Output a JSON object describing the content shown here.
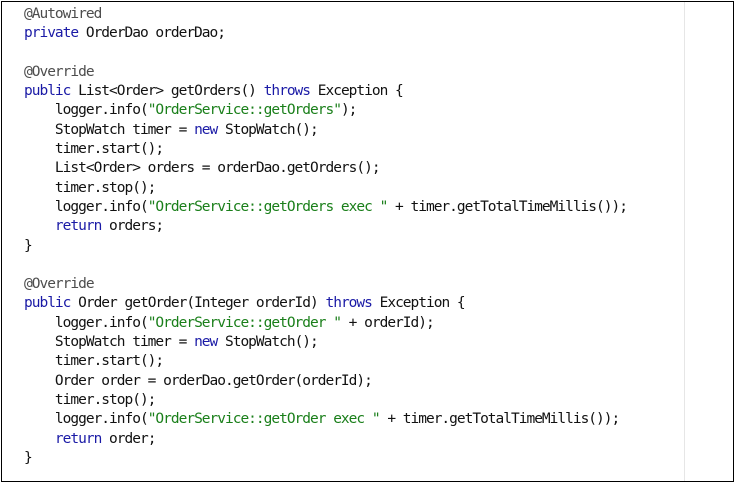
{
  "editor": {
    "lines": [
      {
        "indent": "",
        "tokens": [
          {
            "t": "ann",
            "v": "@Autowired"
          }
        ]
      },
      {
        "indent": "",
        "tokens": [
          {
            "t": "kw",
            "v": "private"
          },
          {
            "t": "text",
            "v": " OrderDao orderDao;"
          }
        ]
      },
      {
        "indent": "",
        "tokens": []
      },
      {
        "indent": "",
        "tokens": [
          {
            "t": "ann",
            "v": "@Override"
          }
        ]
      },
      {
        "indent": "",
        "tokens": [
          {
            "t": "kw",
            "v": "public"
          },
          {
            "t": "text",
            "v": " List<Order> getOrders() "
          },
          {
            "t": "kw",
            "v": "throws"
          },
          {
            "t": "text",
            "v": " Exception {"
          }
        ]
      },
      {
        "indent": "    ",
        "tokens": [
          {
            "t": "text",
            "v": "logger.info("
          },
          {
            "t": "str",
            "v": "\"OrderService::getOrders\""
          },
          {
            "t": "text",
            "v": ");"
          }
        ]
      },
      {
        "indent": "    ",
        "tokens": [
          {
            "t": "text",
            "v": "StopWatch timer = "
          },
          {
            "t": "kw",
            "v": "new"
          },
          {
            "t": "text",
            "v": " StopWatch();"
          }
        ]
      },
      {
        "indent": "    ",
        "tokens": [
          {
            "t": "text",
            "v": "timer.start();"
          }
        ]
      },
      {
        "indent": "    ",
        "tokens": [
          {
            "t": "text",
            "v": "List<Order> orders = orderDao.getOrders();"
          }
        ]
      },
      {
        "indent": "    ",
        "tokens": [
          {
            "t": "text",
            "v": "timer.stop();"
          }
        ]
      },
      {
        "indent": "    ",
        "tokens": [
          {
            "t": "text",
            "v": "logger.info("
          },
          {
            "t": "str",
            "v": "\"OrderService::getOrders exec \""
          },
          {
            "t": "text",
            "v": " + timer.getTotalTimeMillis());"
          }
        ]
      },
      {
        "indent": "    ",
        "tokens": [
          {
            "t": "kw",
            "v": "return"
          },
          {
            "t": "text",
            "v": " orders;"
          }
        ]
      },
      {
        "indent": "",
        "tokens": [
          {
            "t": "text",
            "v": "}"
          }
        ]
      },
      {
        "indent": "",
        "tokens": []
      },
      {
        "indent": "",
        "tokens": [
          {
            "t": "ann",
            "v": "@Override"
          }
        ]
      },
      {
        "indent": "",
        "tokens": [
          {
            "t": "kw",
            "v": "public"
          },
          {
            "t": "text",
            "v": " Order getOrder(Integer orderId) "
          },
          {
            "t": "kw",
            "v": "throws"
          },
          {
            "t": "text",
            "v": " Exception {"
          }
        ]
      },
      {
        "indent": "    ",
        "tokens": [
          {
            "t": "text",
            "v": "logger.info("
          },
          {
            "t": "str",
            "v": "\"OrderService::getOrder \""
          },
          {
            "t": "text",
            "v": " + orderId);"
          }
        ]
      },
      {
        "indent": "    ",
        "tokens": [
          {
            "t": "text",
            "v": "StopWatch timer = "
          },
          {
            "t": "kw",
            "v": "new"
          },
          {
            "t": "text",
            "v": " StopWatch();"
          }
        ]
      },
      {
        "indent": "    ",
        "tokens": [
          {
            "t": "text",
            "v": "timer.start();"
          }
        ]
      },
      {
        "indent": "    ",
        "tokens": [
          {
            "t": "text",
            "v": "Order order = orderDao.getOrder(orderId);"
          }
        ]
      },
      {
        "indent": "    ",
        "tokens": [
          {
            "t": "text",
            "v": "timer.stop();"
          }
        ]
      },
      {
        "indent": "    ",
        "tokens": [
          {
            "t": "text",
            "v": "logger.info("
          },
          {
            "t": "str",
            "v": "\"OrderService::getOrder exec \""
          },
          {
            "t": "text",
            "v": " + timer.getTotalTimeMillis());"
          }
        ]
      },
      {
        "indent": "    ",
        "tokens": [
          {
            "t": "kw",
            "v": "return"
          },
          {
            "t": "text",
            "v": " order;"
          }
        ]
      },
      {
        "indent": "",
        "tokens": [
          {
            "t": "text",
            "v": "}"
          }
        ]
      }
    ]
  },
  "colors": {
    "keyword": "#1a1aa6",
    "string": "#1a7f1a",
    "annotation": "#4d4d4d",
    "text": "#111111",
    "border": "#000000",
    "background": "#ffffff"
  }
}
